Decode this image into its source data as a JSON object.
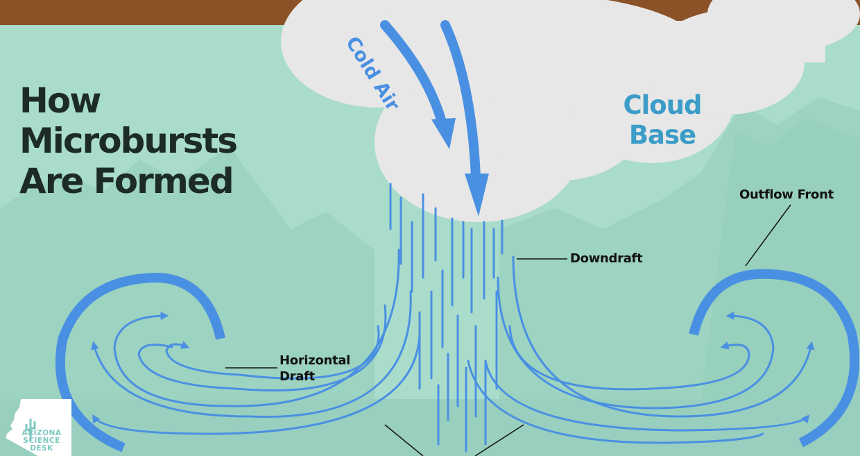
{
  "title": {
    "line1": "How",
    "line2": "Microbursts",
    "line3": "Are Formed"
  },
  "cloud": {
    "line1": "Cloud",
    "line2": "Base"
  },
  "cold_air_label": "Cold Air",
  "callouts": {
    "downdraft": "Downdraft",
    "horizontal_line1": "Horizontal",
    "horizontal_line2": "Draft",
    "outflow_front": "Outflow Front"
  },
  "logo": {
    "line1": "ARIZONA",
    "line2": "SCIENCE",
    "line3": "DESK"
  },
  "colors": {
    "top_bar": "#8b5227",
    "background": "#a9dccb",
    "cloud": "#e7e7e7",
    "arrow_blue": "#4a90e2",
    "cloud_label": "#3b9cc8",
    "title": "#1d2b27"
  }
}
